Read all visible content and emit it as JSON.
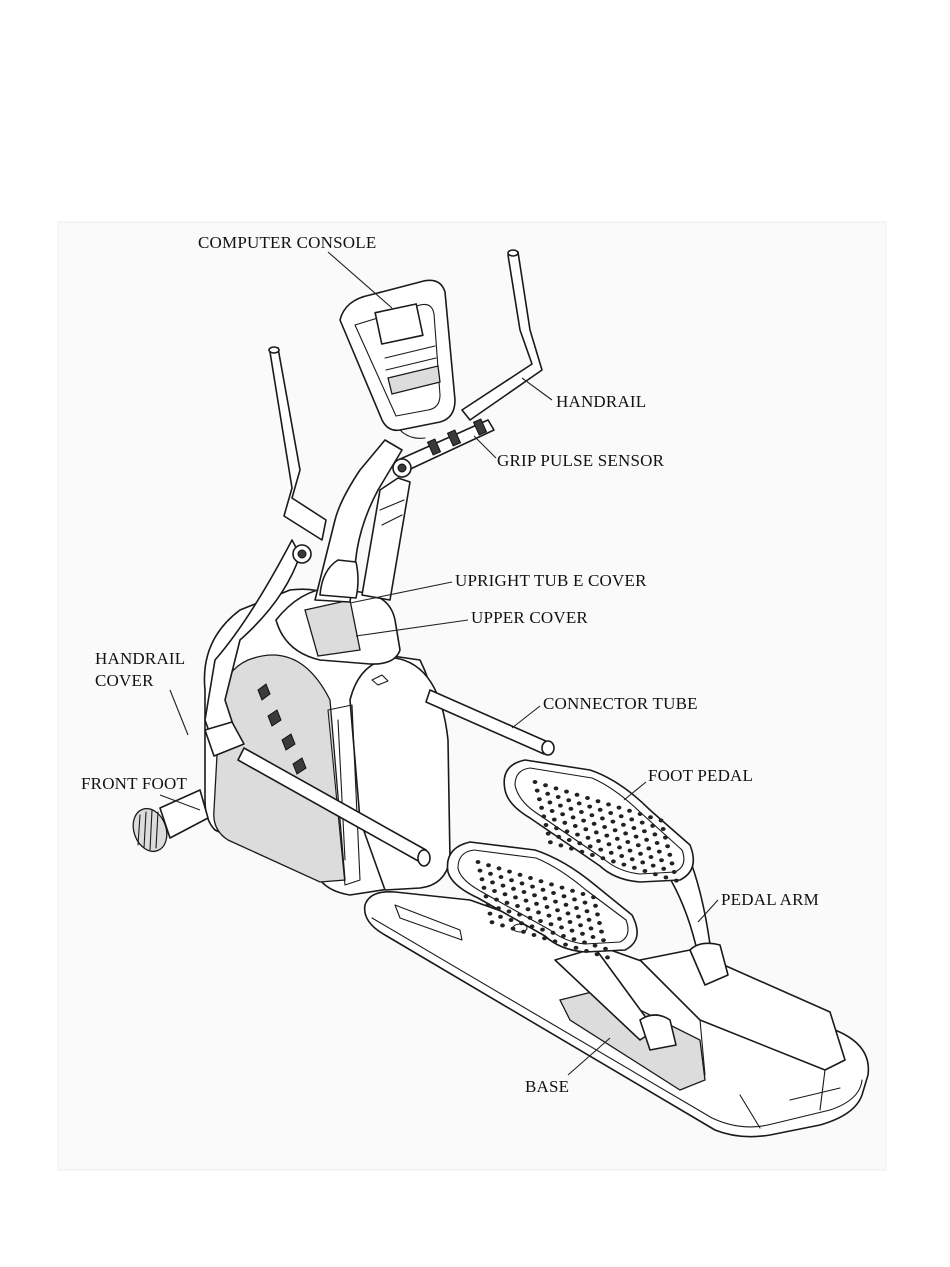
{
  "diagram": {
    "labels": {
      "computer_console": "COMPUTER CONSOLE",
      "handrail": "HANDRAIL",
      "grip_pulse_sensor": "GRIP PULSE SENSOR",
      "upright_tube_cover": "UPRIGHT TUB E COVER",
      "upper_cover": "UPPER COVER",
      "handrail_cover_line1": "HANDRAIL",
      "handrail_cover_line2": "COVER",
      "connector_tube": "CONNECTOR TUBE",
      "front_foot": "FRONT FOOT",
      "foot_pedal": "FOOT PEDAL",
      "pedal_arm": "PEDAL ARM",
      "base": "BASE"
    }
  }
}
